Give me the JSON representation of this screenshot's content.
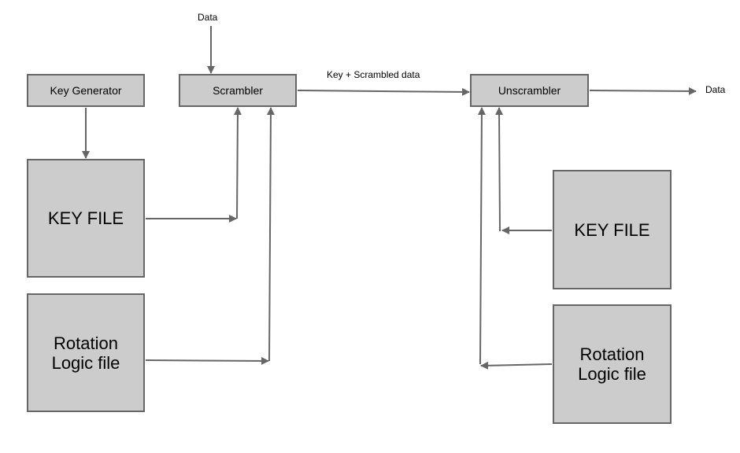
{
  "boxes": {
    "key_generator": "Key Generator",
    "scrambler": "Scrambler",
    "unscrambler": "Unscrambler",
    "key_file_left": "KEY FILE",
    "rotation_left": "Rotation\nLogic file",
    "key_file_right": "KEY FILE",
    "rotation_right": "Rotation\nLogic file"
  },
  "labels": {
    "data_in": "Data",
    "key_scrambled": "Key + Scrambled data",
    "data_out": "Data"
  },
  "colors": {
    "box_fill": "#cccccc",
    "box_border": "#666666",
    "arrow": "#666666"
  }
}
